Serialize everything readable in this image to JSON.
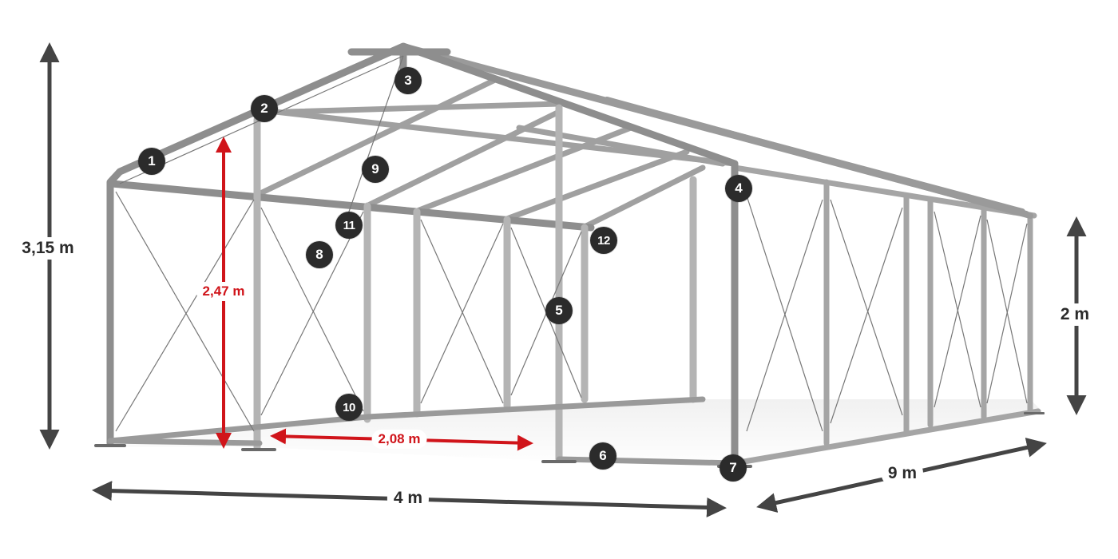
{
  "diagram": {
    "subject": "tent frame structure",
    "colors": {
      "frame": "#9a9a9a",
      "frame_dark": "#6e6e6e",
      "badge_bg": "#2b2b2b",
      "badge_text": "#ffffff",
      "dimension_arrow": "#444444",
      "inner_dimension_arrow": "#d0141a"
    },
    "dimensions": {
      "total_height": "3,15 m",
      "side_height": "2 m",
      "width": "4 m",
      "length": "9 m",
      "inner_height": "2,47 m",
      "door_width": "2,08 m"
    },
    "callouts": [
      {
        "id": "1",
        "label": "1"
      },
      {
        "id": "2",
        "label": "2"
      },
      {
        "id": "3",
        "label": "3"
      },
      {
        "id": "4",
        "label": "4"
      },
      {
        "id": "5",
        "label": "5"
      },
      {
        "id": "6",
        "label": "6"
      },
      {
        "id": "7",
        "label": "7"
      },
      {
        "id": "8",
        "label": "8"
      },
      {
        "id": "9",
        "label": "9"
      },
      {
        "id": "10",
        "label": "10"
      },
      {
        "id": "11",
        "label": "11"
      },
      {
        "id": "12",
        "label": "12"
      }
    ]
  }
}
